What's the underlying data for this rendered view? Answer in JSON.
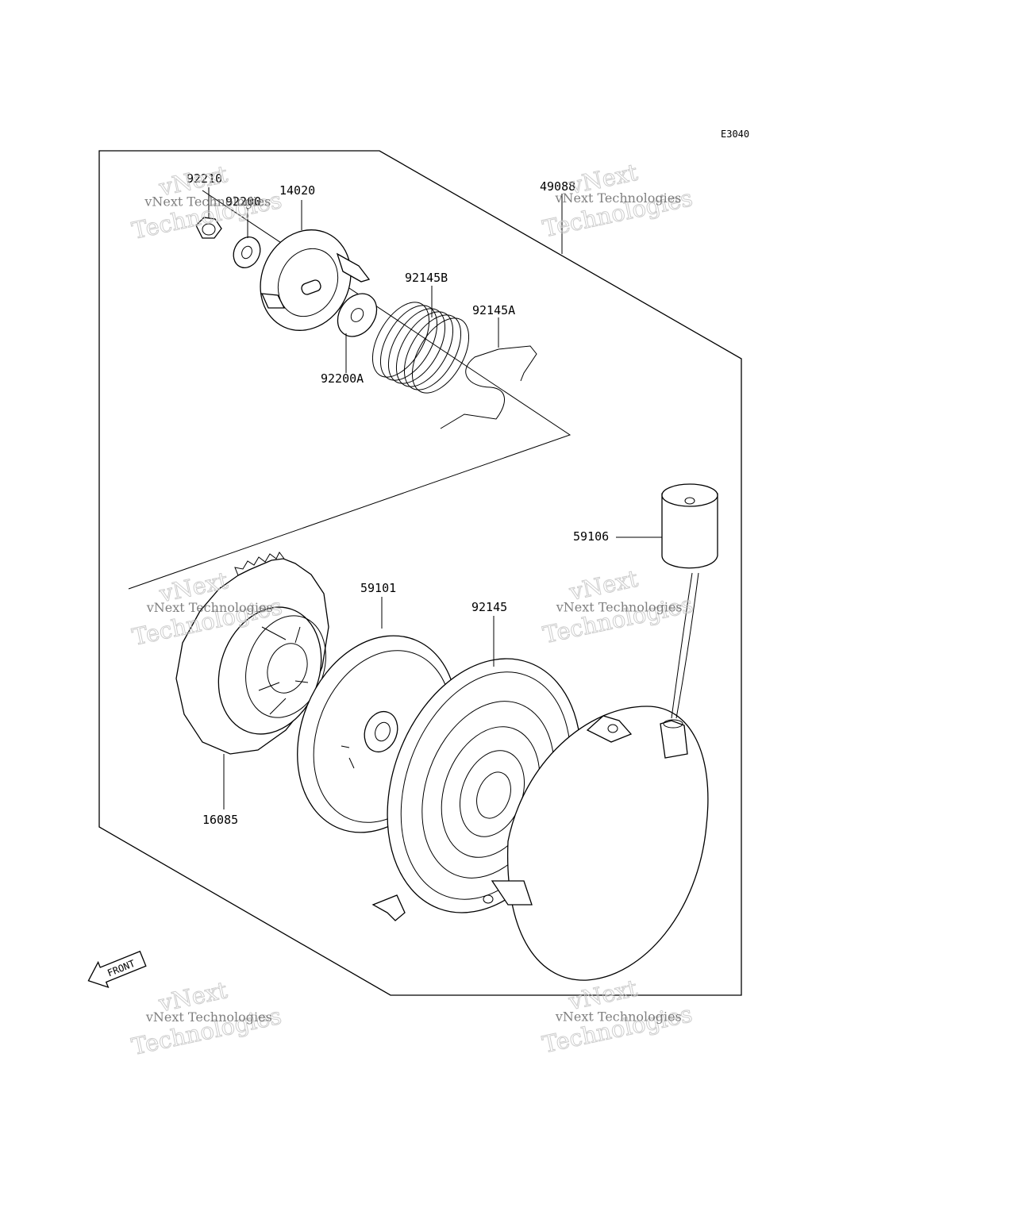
{
  "diagram": {
    "reference_code": "E3040",
    "front_marker": "FRONT",
    "watermark": {
      "line1": "vNext Technologies",
      "line2": "vNext",
      "line3": "Technologies"
    },
    "part_labels": {
      "p92210": "92210",
      "p92200": "92200",
      "p14020": "14020",
      "p49088": "49088",
      "p92145B": "92145B",
      "p92145A": "92145A",
      "p92200A": "92200A",
      "p59106": "59106",
      "p59101": "59101",
      "p92145": "92145",
      "p16085": "16085"
    }
  }
}
